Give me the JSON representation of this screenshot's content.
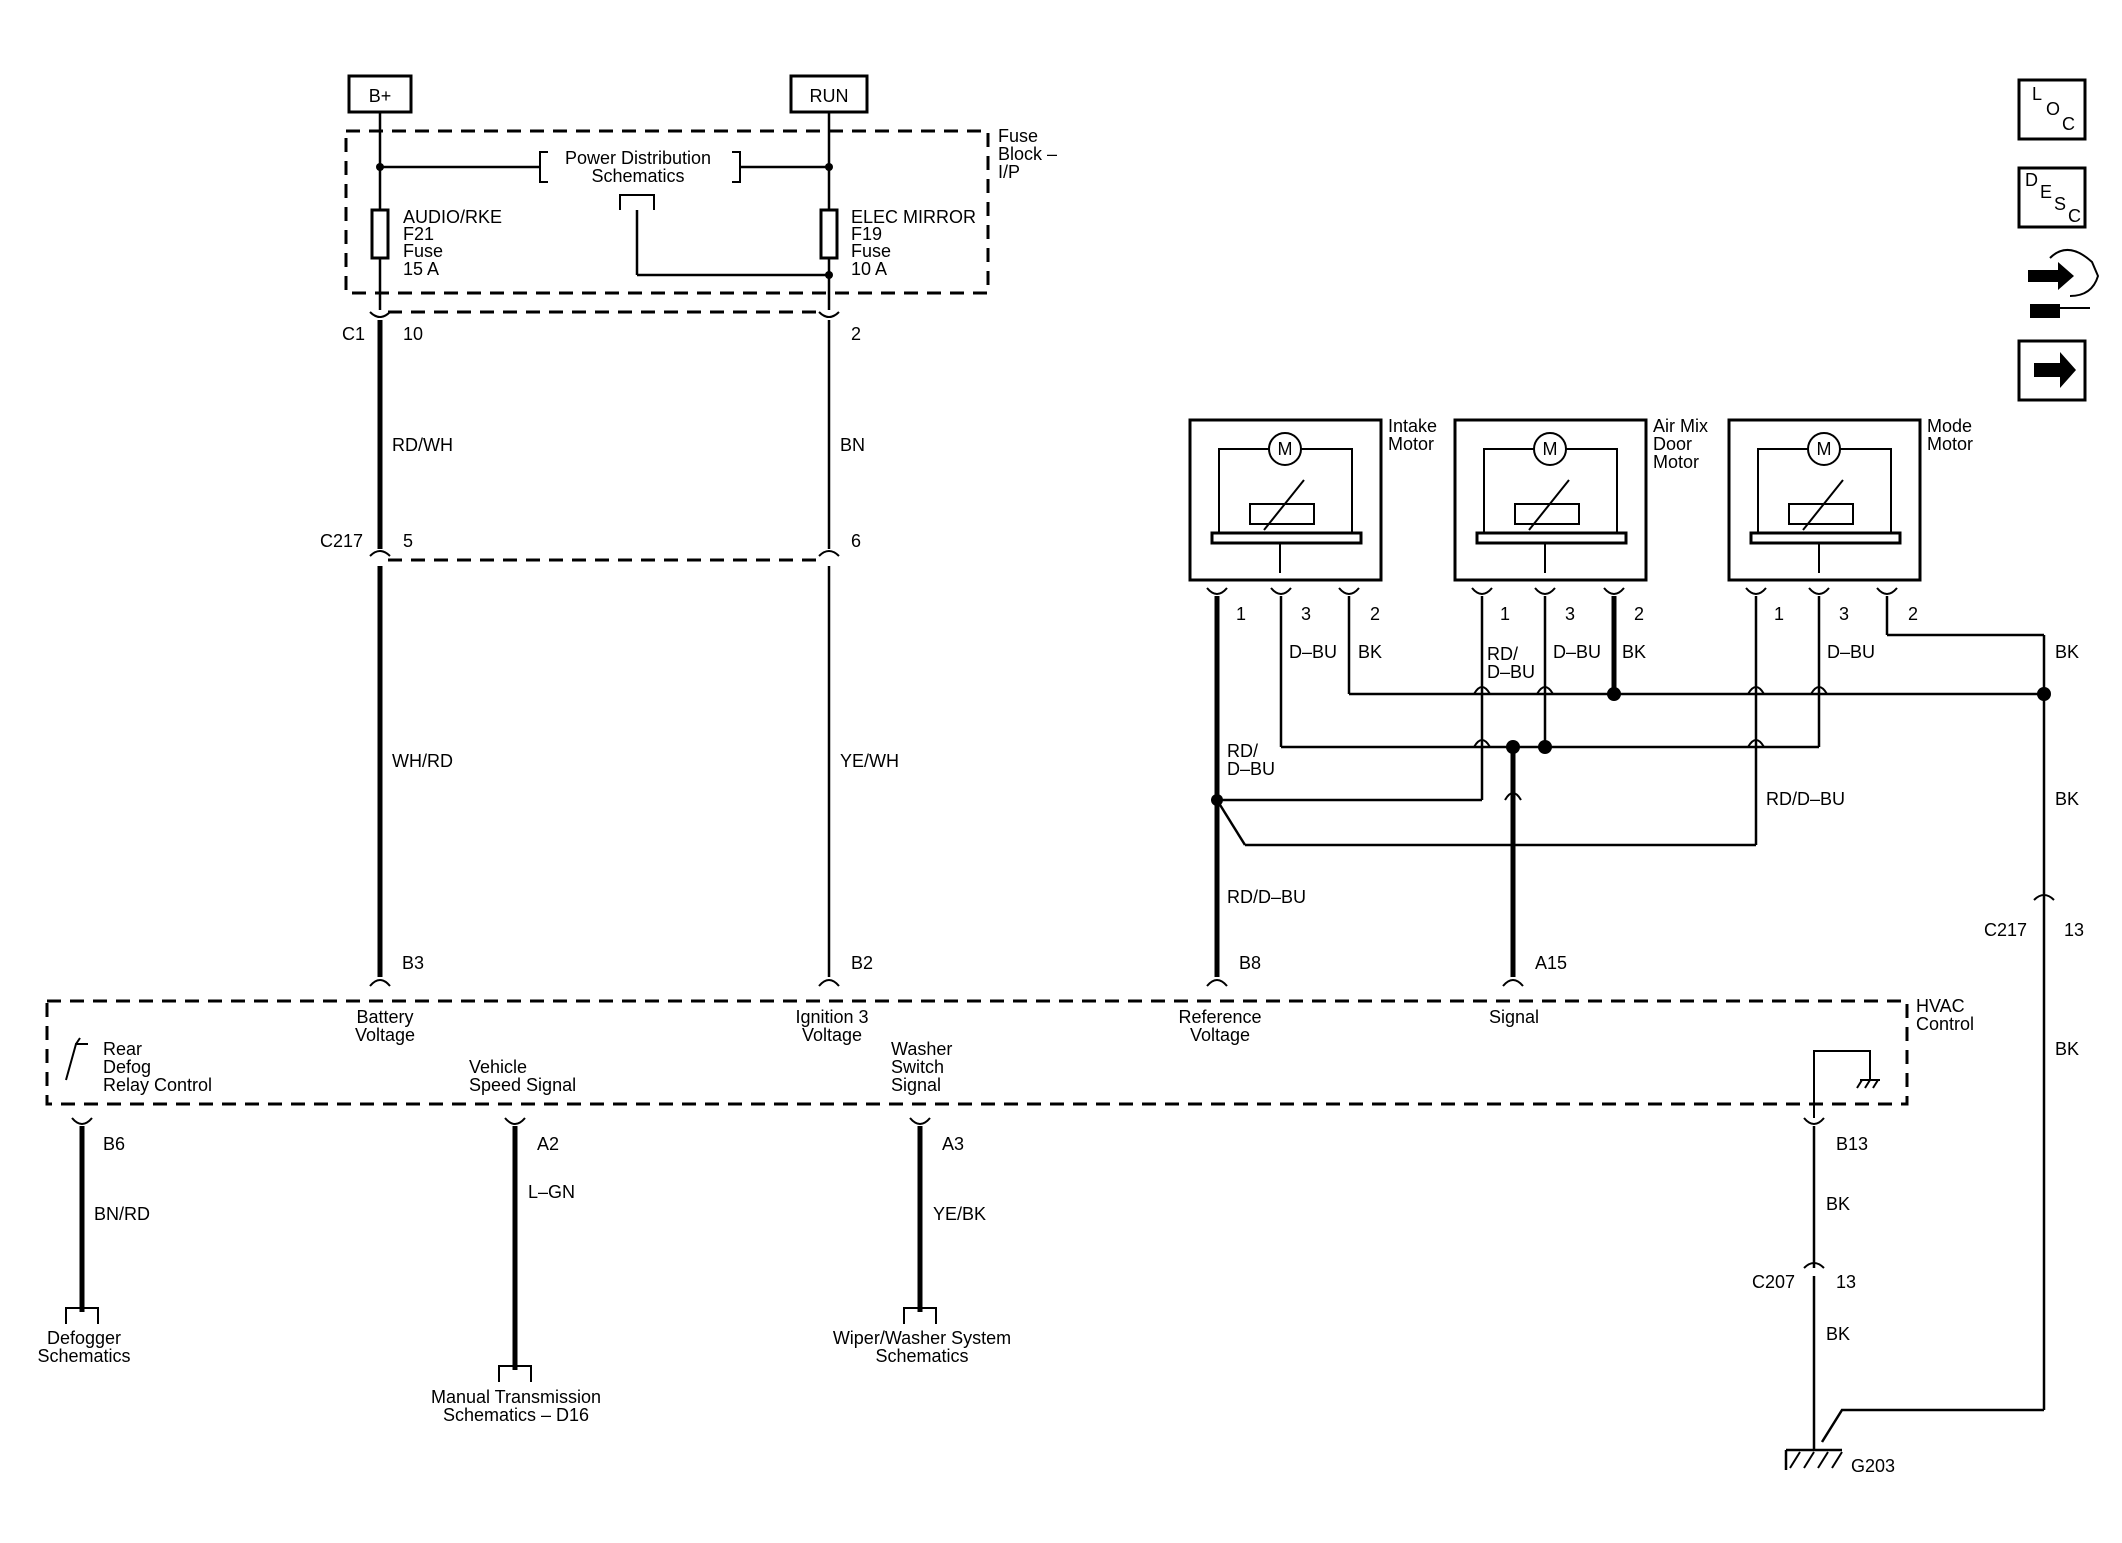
{
  "power": {
    "bplus": "B+",
    "run": "RUN"
  },
  "fuse_block": {
    "label_line1": "Fuse",
    "label_line2": "Block –",
    "label_line3": "I/P",
    "pds_line1": "Power Distribution",
    "pds_line2": "Schematics",
    "fuse_left": [
      "AUDIO/RKE",
      "F21",
      "Fuse",
      "15 A"
    ],
    "fuse_right": [
      "ELEC MIRROR",
      "F19",
      "Fuse",
      "10 A"
    ]
  },
  "connectors": {
    "c1": "C1",
    "c1_left_pin": "10",
    "c1_right_pin": "2",
    "c217": "C217",
    "c217_left_pin": "5",
    "c217_right_pin": "6",
    "c217_right": "C217",
    "c217_right_pin13": "13",
    "c207": "C207",
    "c207_pin": "13",
    "ground": "G203"
  },
  "wires": {
    "rdwh": "RD/WH",
    "bn": "BN",
    "whrd": "WH/RD",
    "yewh": "YE/WH",
    "bnrd": "BN/RD",
    "lgn": "L–GN",
    "yebk": "YE/BK",
    "bk": "BK",
    "dbu": "D–BU",
    "rd_dbu_stack1": "RD/",
    "rd_dbu_stack2": "D–BU",
    "rd_dbu": "RD/D–BU"
  },
  "motors": {
    "m_symbol": "M",
    "intake": [
      "Intake",
      "Motor"
    ],
    "airmix": [
      "Air Mix",
      "Door",
      "Motor"
    ],
    "mode": [
      "Mode",
      "Motor"
    ],
    "pin1": "1",
    "pin2": "2",
    "pin3": "3"
  },
  "hvac": {
    "label_line1": "HVAC",
    "label_line2": "Control",
    "pins": {
      "b3": "B3",
      "b2": "B2",
      "b8": "B8",
      "a15": "A15",
      "b6": "B6",
      "a2": "A2",
      "a3": "A3",
      "b13": "B13"
    },
    "battery_voltage": [
      "Battery",
      "Voltage"
    ],
    "ignition_voltage": [
      "Ignition 3",
      "Voltage"
    ],
    "reference_voltage": [
      "Reference",
      "Voltage"
    ],
    "signal": "Signal",
    "rear_defog": [
      "Rear",
      "Defog",
      "Relay Control"
    ],
    "vehicle_speed": [
      "Vehicle",
      "Speed Signal"
    ],
    "washer_switch": [
      "Washer",
      "Switch",
      "Signal"
    ]
  },
  "destinations": {
    "defogger": [
      "Defogger",
      "Schematics"
    ],
    "manual_trans": [
      "Manual Transmission",
      "Schematics – D16"
    ],
    "wiper": [
      "Wiper/Washer System",
      "Schematics"
    ]
  },
  "nav_icons": {
    "loc": [
      "L",
      "O",
      "C"
    ],
    "desc": [
      "D",
      "E",
      "S",
      "C"
    ]
  }
}
